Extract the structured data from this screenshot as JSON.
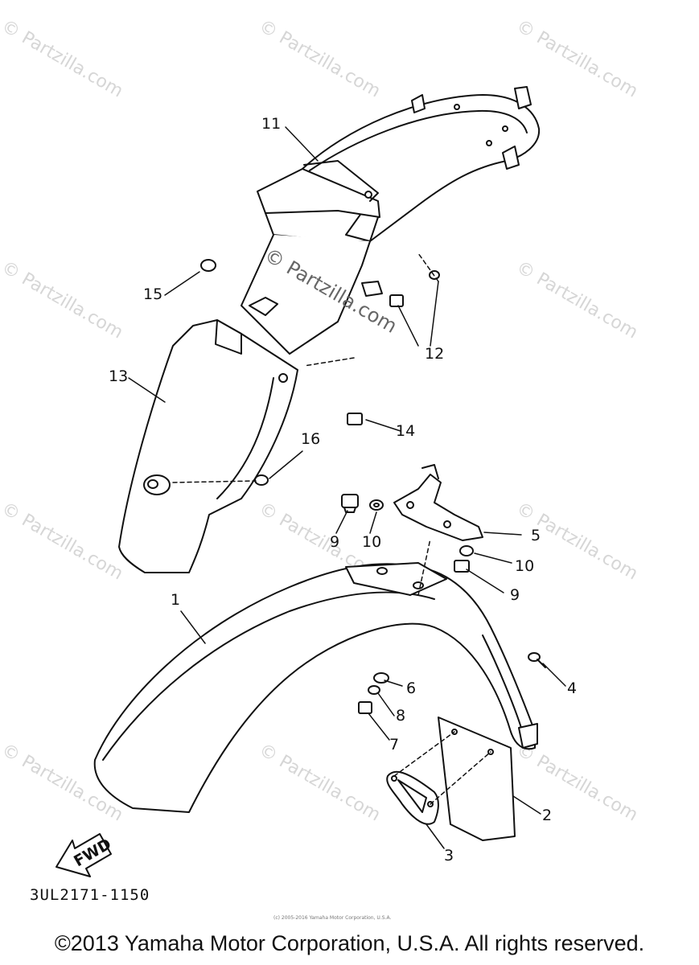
{
  "watermark_text": "© Partzilla.com",
  "diagram": {
    "callouts": [
      {
        "id": "c1",
        "label": "1"
      },
      {
        "id": "c2",
        "label": "2"
      },
      {
        "id": "c3",
        "label": "3"
      },
      {
        "id": "c4",
        "label": "4"
      },
      {
        "id": "c5",
        "label": "5"
      },
      {
        "id": "c6",
        "label": "6"
      },
      {
        "id": "c7",
        "label": "7"
      },
      {
        "id": "c8",
        "label": "8"
      },
      {
        "id": "c9a",
        "label": "9"
      },
      {
        "id": "c9b",
        "label": "9"
      },
      {
        "id": "c10a",
        "label": "10"
      },
      {
        "id": "c10b",
        "label": "10"
      },
      {
        "id": "c11",
        "label": "11"
      },
      {
        "id": "c12",
        "label": "12"
      },
      {
        "id": "c13",
        "label": "13"
      },
      {
        "id": "c14",
        "label": "14"
      },
      {
        "id": "c15",
        "label": "15"
      },
      {
        "id": "c16",
        "label": "16"
      }
    ],
    "fwd_label": "FWD",
    "part_number": "3UL2171-1150"
  },
  "footer": {
    "fineprint": "(c) 2005-2016 Yamaha Motor Corporation, U.S.A.",
    "copyright": "©2013 Yamaha Motor Corporation, U.S.A. All rights reserved."
  }
}
